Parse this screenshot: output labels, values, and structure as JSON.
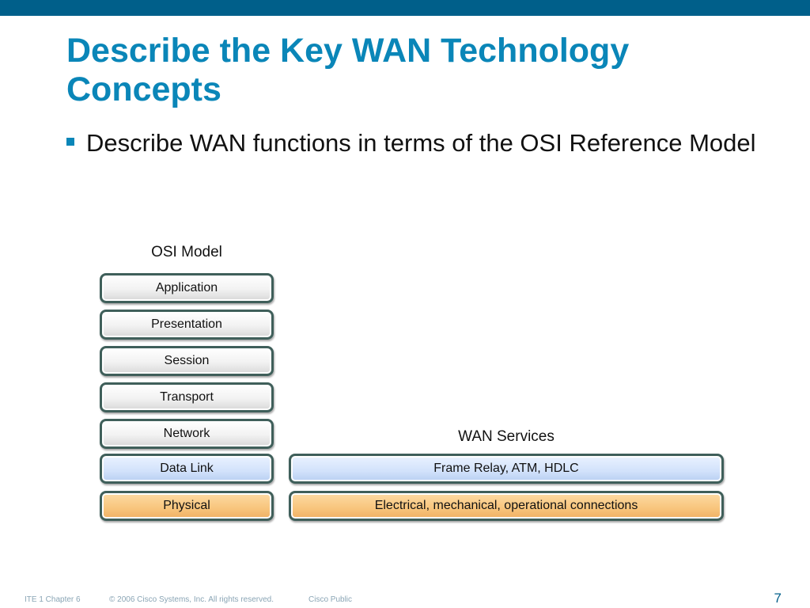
{
  "slide": {
    "title": "Describe the Key WAN Technology Concepts",
    "bullet": "Describe WAN functions in terms of the OSI Reference Model"
  },
  "diagram": {
    "osi_label": "OSI Model",
    "wan_label": "WAN Services",
    "osi_layers": [
      "Application",
      "Presentation",
      "Session",
      "Transport",
      "Network",
      "Data Link",
      "Physical"
    ],
    "wan_services": [
      "Frame Relay, ATM, HDLC",
      "Electrical, mechanical, operational connections"
    ]
  },
  "footer": {
    "chapter": "ITE 1 Chapter 6",
    "copyright": "© 2006 Cisco Systems, Inc. All rights reserved.",
    "classification": "Cisco Public",
    "page_number": "7"
  },
  "colors": {
    "title": "#0a86b8",
    "top_bar": "#005f8a",
    "layer_border": "#3f5f5a",
    "data_link_fill": "#d2e2fb",
    "physical_fill": "#f8c57c"
  }
}
